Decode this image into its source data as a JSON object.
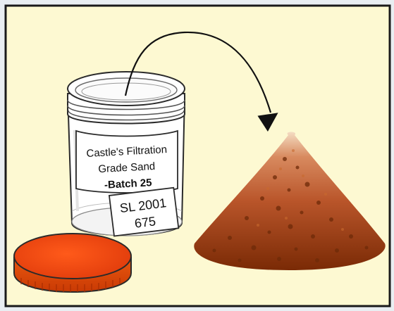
{
  "label": {
    "line1": "Castle's Filtration",
    "line2": "Grade Sand",
    "line3": "-Batch 25"
  },
  "sample_tag": {
    "line1": "SL 2001",
    "line2": "675"
  },
  "colors": {
    "panel_background": "#fdf9d2",
    "panel_border": "#1a1a1a",
    "lid": "#e8420f",
    "sand_top": "#f3d7b8",
    "sand_bottom": "#7a2a05",
    "arrow": "#111111"
  },
  "icons": {
    "jar": "specimen-jar-icon",
    "lid": "jar-lid-icon",
    "sand": "sand-pile-icon",
    "arrow": "curved-arrow-icon"
  }
}
